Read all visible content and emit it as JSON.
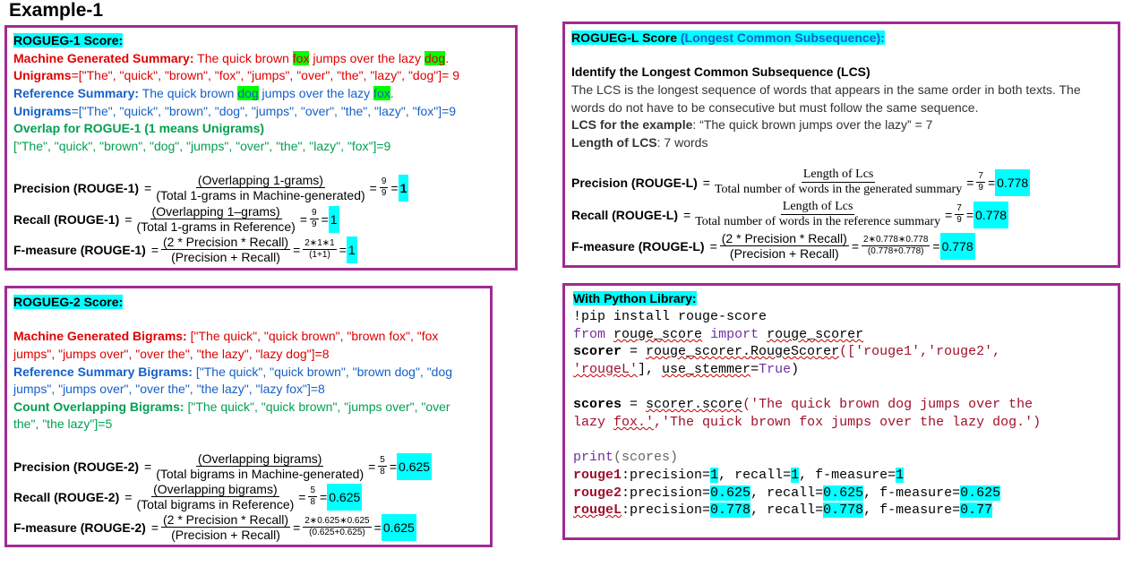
{
  "page_title": "Example-1",
  "rouge1": {
    "heading": "ROGUEG-1 Score:",
    "mgs_label": "Machine Generated Summary:",
    "mgs_text_1": " The quick brown ",
    "mgs_hl": "fox",
    "mgs_text_2": " jumps over the lazy ",
    "mgs_hl2": "dog",
    "mgs_text_3": ".",
    "uni1_label": "Unigrams",
    "uni1_text": "=[\"The\", \"quick\", \"brown\", \"fox\", \"jumps\", \"over\", \"the\", \"lazy\", \"dog\"]= 9",
    "ref_label": "Reference Summary:",
    "ref_text_1": " The quick brown ",
    "ref_hl": "dog",
    "ref_text_2": " jumps over the lazy ",
    "ref_hl2": "fox",
    "ref_text_3": ".",
    "uni2_label": "Unigrams",
    "uni2_text": "=[\"The\", \"quick\", \"brown\", \"dog\", \"jumps\", \"over\", \"the\", \"lazy\", \"fox\"]=9",
    "overlap_label": "Overlap for ROGUE-1 (1 means Unigrams)",
    "overlap_list": "[\"The\", \"quick\", \"brown\", \"dog\", \"jumps\", \"over\", \"the\", \"lazy\", \"fox\"]=9",
    "precision_label": "Precision (ROUGE-1)",
    "precision_num": "(Overlapping 1-grams)",
    "precision_den": "(Total 1-grams in Machine-generated)",
    "precision_frac_num": "9",
    "precision_frac_den": "9",
    "precision_result": "1",
    "recall_label": "Recall (ROUGE-1)",
    "recall_num": "(Overlapping 1–grams)",
    "recall_den": "(Total 1-grams in Reference)",
    "recall_frac_num": "9",
    "recall_frac_den": "9",
    "recall_result": "1",
    "f_label": "F-measure (ROUGE-1)",
    "f_num": "(2 * Precision * Recall)",
    "f_den": "(Precision + Recall)",
    "f_small_num": "2∗1∗1",
    "f_small_den": "(1+1)",
    "f_result": "1"
  },
  "rouge2": {
    "heading": "ROGUEG-2 Score:",
    "mgb_label": "Machine Generated Bigrams:",
    "mgb_text_1": " [\"The quick\", \"quick brown\", \"brown fox\", \"fox",
    "mgb_text_2": "jumps\", \"jumps over\", \"over the\", \"the lazy\", \"lazy dog\"]=8",
    "rsb_label": "Reference Summary Bigrams:",
    "rsb_text_1": " [\"The quick\", \"quick brown\", \"brown dog\", \"dog",
    "rsb_text_2": "jumps\", \"jumps over\", \"over the\", \"the lazy\", \"lazy fox\"]=8",
    "cob_label": "Count Overlapping Bigrams:",
    "cob_text_1": " [\"The quick\", \"quick brown\", \"jumps over\", \"over",
    "cob_text_2": "the\", \"the lazy\"]=5",
    "precision_label": "Precision (ROUGE-2)",
    "precision_num": "(Overlapping bigrams)",
    "precision_den": "(Total bigrams in Machine-generated)",
    "precision_frac_num": "5",
    "precision_frac_den": "8",
    "precision_result": "0.625",
    "recall_label": "Recall (ROUGE-2)",
    "recall_num": "(Overlapping bigrams)",
    "recall_den": "(Total bigrams in Reference)",
    "recall_frac_num": "5",
    "recall_frac_den": "8",
    "recall_result": "0.625",
    "f_label": "F-measure (ROUGE-2)",
    "f_num": "(2 * Precision * Recall)",
    "f_den": "(Precision + Recall)",
    "f_small_num": "2∗0.625∗0.625",
    "f_small_den": "(0.625+0.625)",
    "f_result": "0.625"
  },
  "rougeL": {
    "heading_1": "ROGUEG-L Score ",
    "heading_2": "(Longest Common Subsequence):",
    "lcs_heading": "Identify the Longest Common Subsequence (LCS)",
    "lcs_desc_1": "The LCS is the longest sequence of words that appears in the same order in both texts. The",
    "lcs_desc_2": "words do not have to be consecutive but must follow the same sequence.",
    "lcs_example_label": "LCS for the example",
    "lcs_example_text": ": “The quick brown jumps over the lazy” = 7",
    "lcs_len_label": "Length of LCS",
    "lcs_len_text": ": 7 words",
    "precision_label": "Precision (ROUGE-L)",
    "precision_num": "Length of Lcs",
    "precision_den": "Total number of words in the generated summary",
    "precision_frac_num": "7",
    "precision_frac_den": "9",
    "precision_result": "0.778",
    "recall_label": "Recall (ROUGE-L)",
    "recall_num": "Length of Lcs",
    "recall_den": "Total number of words in the reference summary",
    "recall_frac_num": "7",
    "recall_frac_den": "9",
    "recall_result": "0.778",
    "f_label": "F-measure (ROUGE-L)",
    "f_num": "(2 * Precision * Recall)",
    "f_den": "(Precision + Recall)",
    "f_small_num": "2∗0.778∗0.778",
    "f_small_den": "(0.778+0.778)",
    "f_result": "0.778"
  },
  "python": {
    "heading": "With Python Library:",
    "line1": "!pip install rouge-score",
    "l2_from": "from",
    "l2_mod": "rouge_score",
    "l2_import": "import",
    "l2_name": "rouge_scorer",
    "l3_var": "scorer",
    "l3_eq": " = ",
    "l3_call": "rouge_scorer.RougeScorer",
    "l3_args": "(['rouge1','rouge2',",
    "l4_arg": "'rougeL'",
    "l4_sep": "], ",
    "l4_kw": "use_stemmer",
    "l4_eq": "=",
    "l4_true": "True",
    "l4_end": ")",
    "l5_var": "scores",
    "l5_eq": " = ",
    "l5_call": "scorer.score",
    "l5_args": "('The quick brown dog jumps over the",
    "l6_arg1a": "lazy ",
    "l6_arg1b": "fox.'",
    "l6_sep": ",",
    "l6_arg2": "'The quick brown fox jumps over the lazy dog.')",
    "l7_print": "print",
    "l7_args": "(scores)",
    "r1_name": "rouge1",
    "r1_p_label": ":precision=",
    "r1_p": "1",
    "r1_r_label": ", recall=",
    "r1_r": "1",
    "r1_f_label": ", f-measure=",
    "r1_f": "1",
    "r2_name": "rouge2",
    "r2_p_label": ":precision=",
    "r2_p": "0.625",
    "r2_r_label": ", recall=",
    "r2_r": "0.625",
    "r2_f_label": ", f-measure=",
    "r2_f": "0.625",
    "rL_name": "rougeL",
    "rL_p_label": ":precision=",
    "rL_p": "0.778",
    "rL_r_label": ", recall=",
    "rL_r": "0.778",
    "rL_f_label": ", f-measure=",
    "rL_f": "0.77"
  },
  "colors": {
    "panel_border": "#a02b93",
    "highlight_cyan": "#00ffff",
    "highlight_green": "#00ff00",
    "red": "#e00000",
    "blue": "#1560c8",
    "green": "#00a050"
  }
}
